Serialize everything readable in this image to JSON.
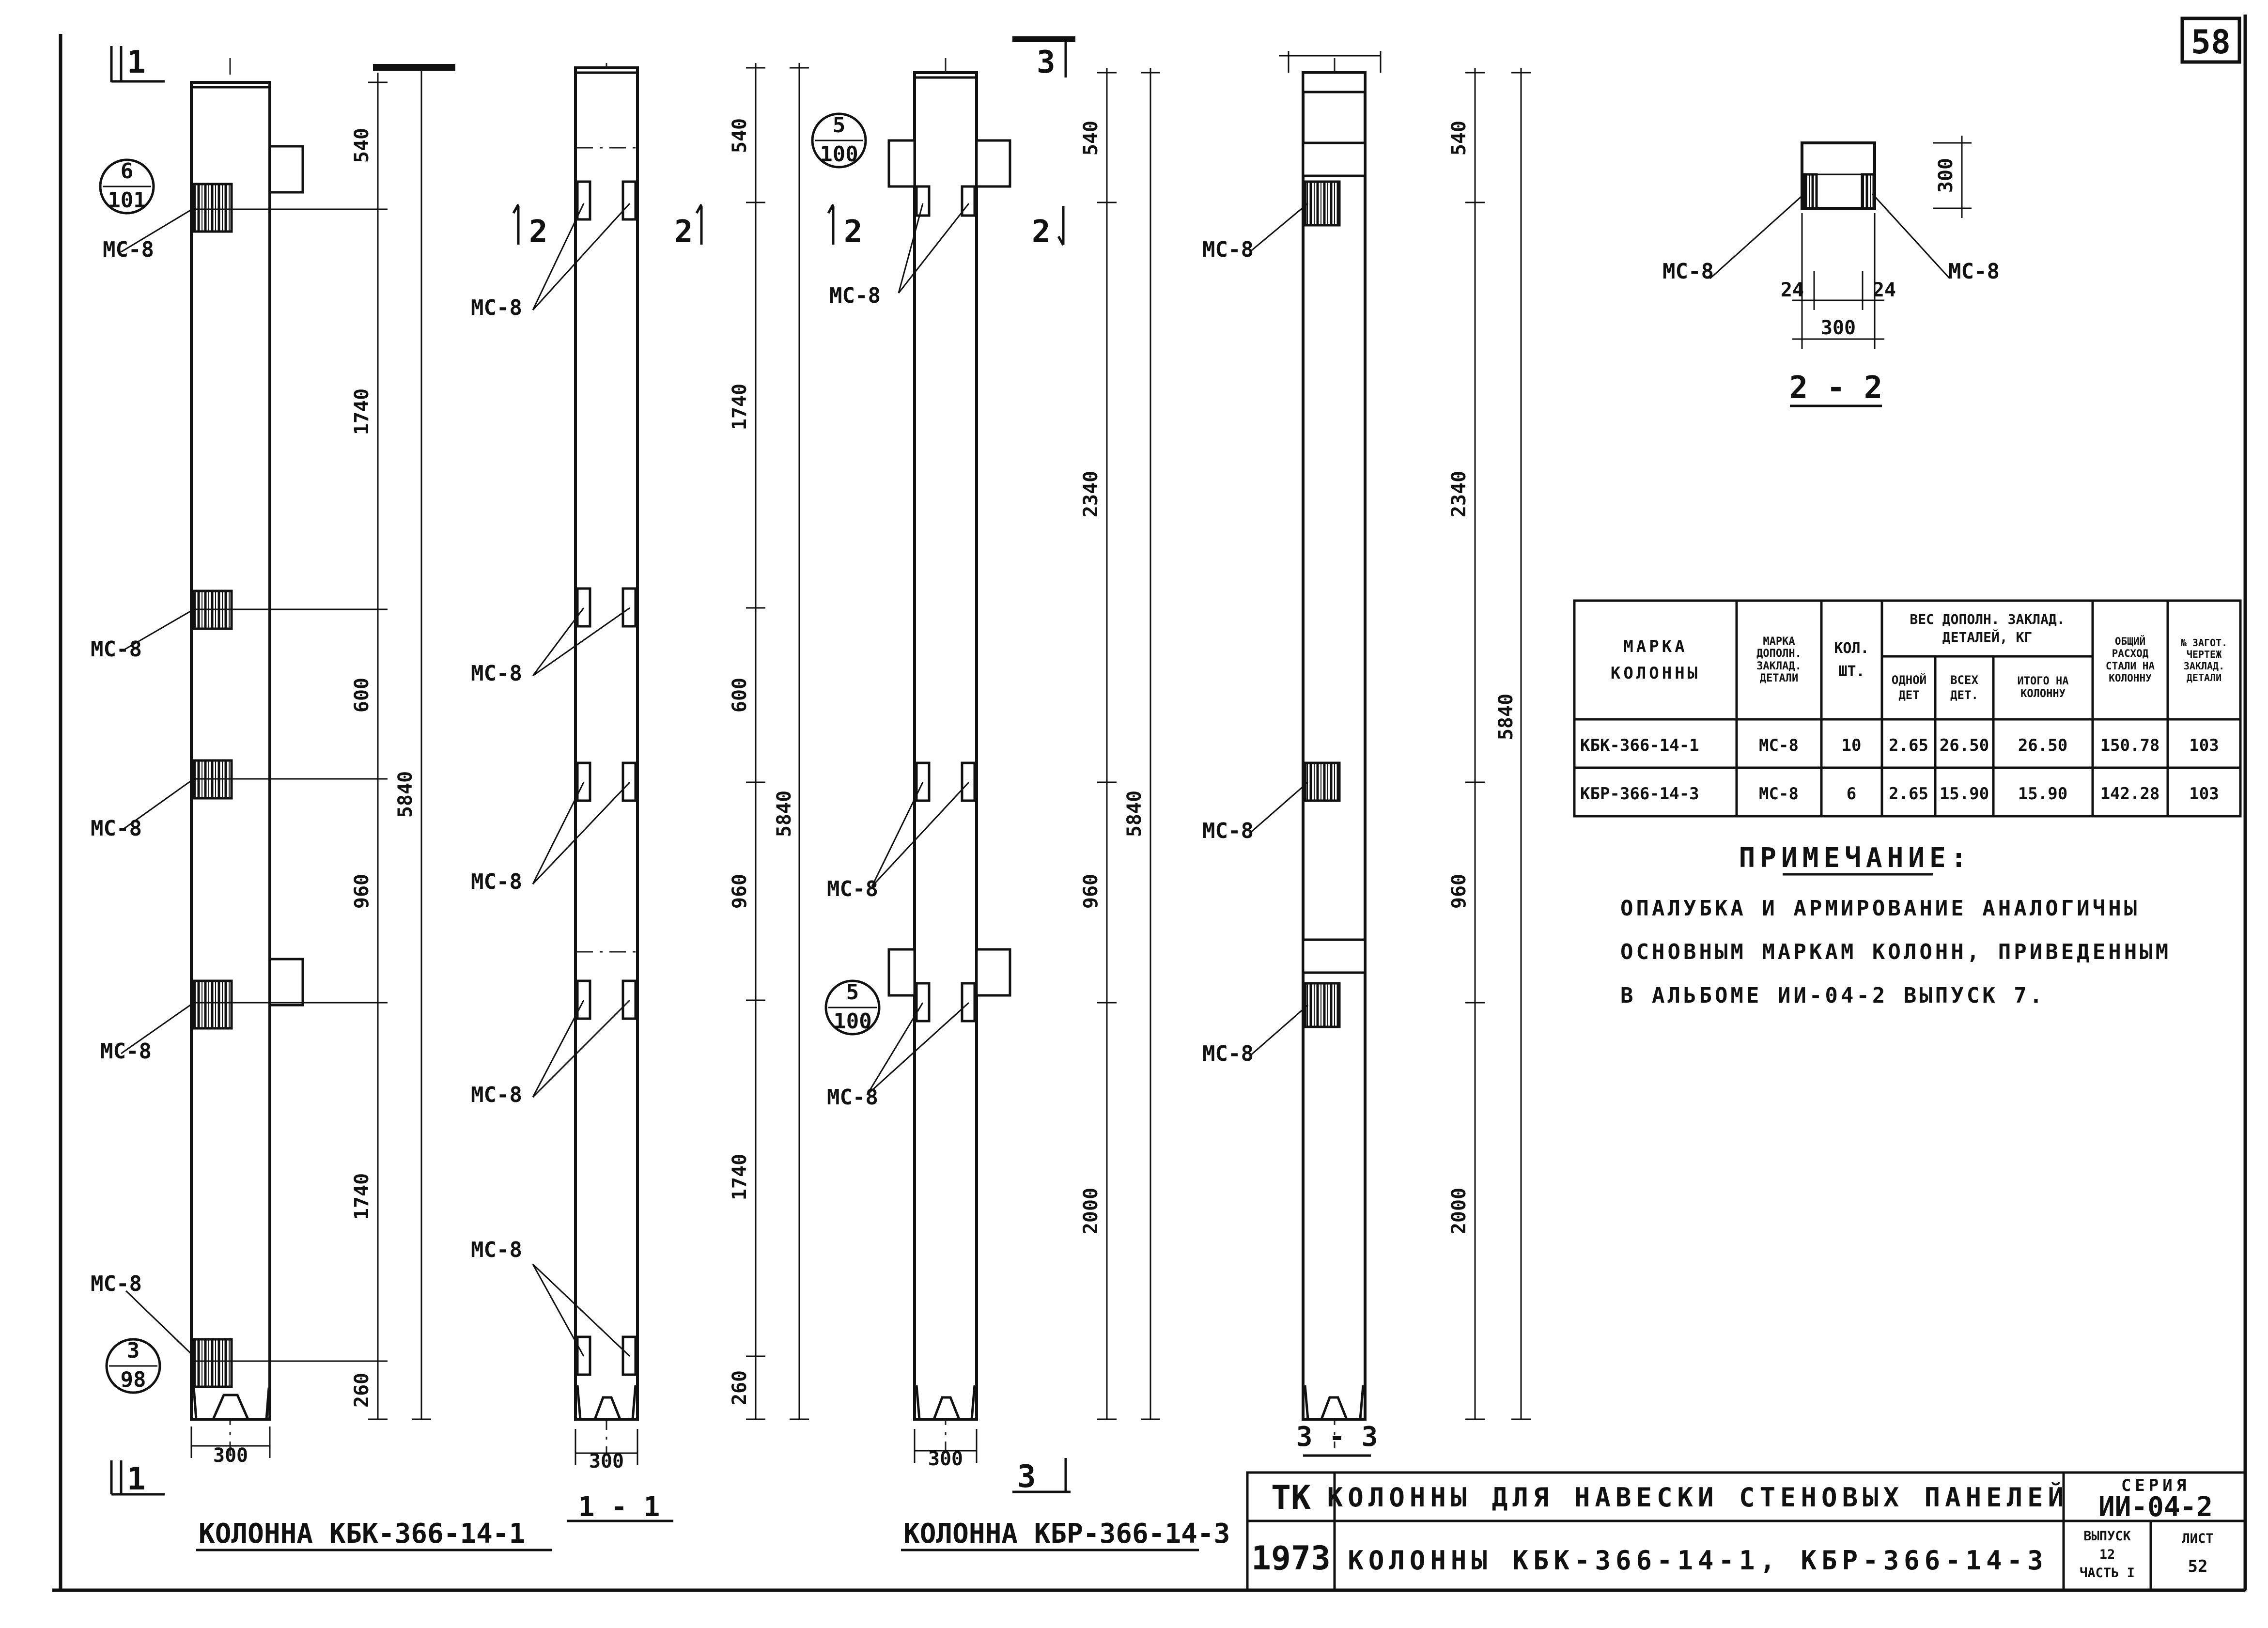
{
  "sheet": {
    "sheet_corner": "58",
    "embed_label": "МС-8",
    "section_marks": {
      "s1": "1",
      "s2": "2",
      "s3": "3"
    },
    "section_titles": {
      "s11": "1 - 1",
      "s22": "2 - 2",
      "s33": "3 - 3"
    },
    "bubbles": [
      {
        "top": "6",
        "bottom": "101"
      },
      {
        "top": "3",
        "bottom": "98"
      },
      {
        "top": "5",
        "bottom": "100"
      },
      {
        "top": "5",
        "bottom": "100"
      }
    ],
    "dimensions": {
      "d540": "540",
      "d1740": "1740",
      "d600": "600",
      "d960": "960",
      "d260": "260",
      "d5840": "5840",
      "d2340": "2340",
      "d2000": "2000",
      "d300": "300",
      "d24": "24"
    },
    "captions": {
      "column1": "КОЛОННА КБК-366-14-1",
      "column2": "КОЛОННА КБР-366-14-3"
    }
  },
  "table": {
    "headers": {
      "mark": "МАРКА КОЛОННЫ",
      "detail_mark": "МАРКА ДОПОЛН. ЗАКЛАД. ДЕТАЛИ",
      "qty": "КОЛ. ШТ.",
      "weight_group": "ВЕС ДОПОЛН. ЗАКЛАД. ДЕТАЛЕЙ, КГ",
      "one": "ОДНОЙ ДЕТ",
      "all": "ВСЕХ ДЕТ.",
      "total": "ИТОГО НА КОЛОННУ",
      "steel": "ОБЩИЙ РАСХОД СТАЛИ НА КОЛОННУ",
      "drawing": "№ ЗАГОТ. ЧЕРТЕЖ ЗАКЛАД. ДЕТАЛИ"
    },
    "rows": [
      {
        "mark": "КБК-366-14-1",
        "detail": "МС-8",
        "qty": "10",
        "one": "2.65",
        "all": "26.50",
        "total": "26.50",
        "steel": "150.78",
        "drawing": "103"
      },
      {
        "mark": "КБР-366-14-3",
        "detail": "МС-8",
        "qty": "6",
        "one": "2.65",
        "all": "15.90",
        "total": "15.90",
        "steel": "142.28",
        "drawing": "103"
      }
    ]
  },
  "note": {
    "heading": "ПРИМЕЧАНИЕ:",
    "lines": [
      "ОПАЛУБКА И АРМИРОВАНИЕ АНАЛОГИЧНЫ",
      "ОСНОВНЫМ МАРКАМ КОЛОНН, ПРИВЕДЕННЫМ",
      "В АЛЬБОМЕ ИИ-04-2 ВЫПУСК 7."
    ]
  },
  "title_block": {
    "org": "ТК",
    "year": "1973",
    "title_top": "КОЛОННЫ ДЛЯ НАВЕСКИ СТЕНОВЫХ ПАНЕЛЕЙ",
    "title_bottom": "КОЛОННЫ КБК-366-14-1, КБР-366-14-3",
    "series_label": "СЕРИЯ",
    "series_value": "ИИ-04-2",
    "issue_label": "ВЫПУСК",
    "issue_value": "12",
    "part_label": "ЧАСТЬ I",
    "sheet_label": "ЛИСТ",
    "sheet_value": "52"
  }
}
